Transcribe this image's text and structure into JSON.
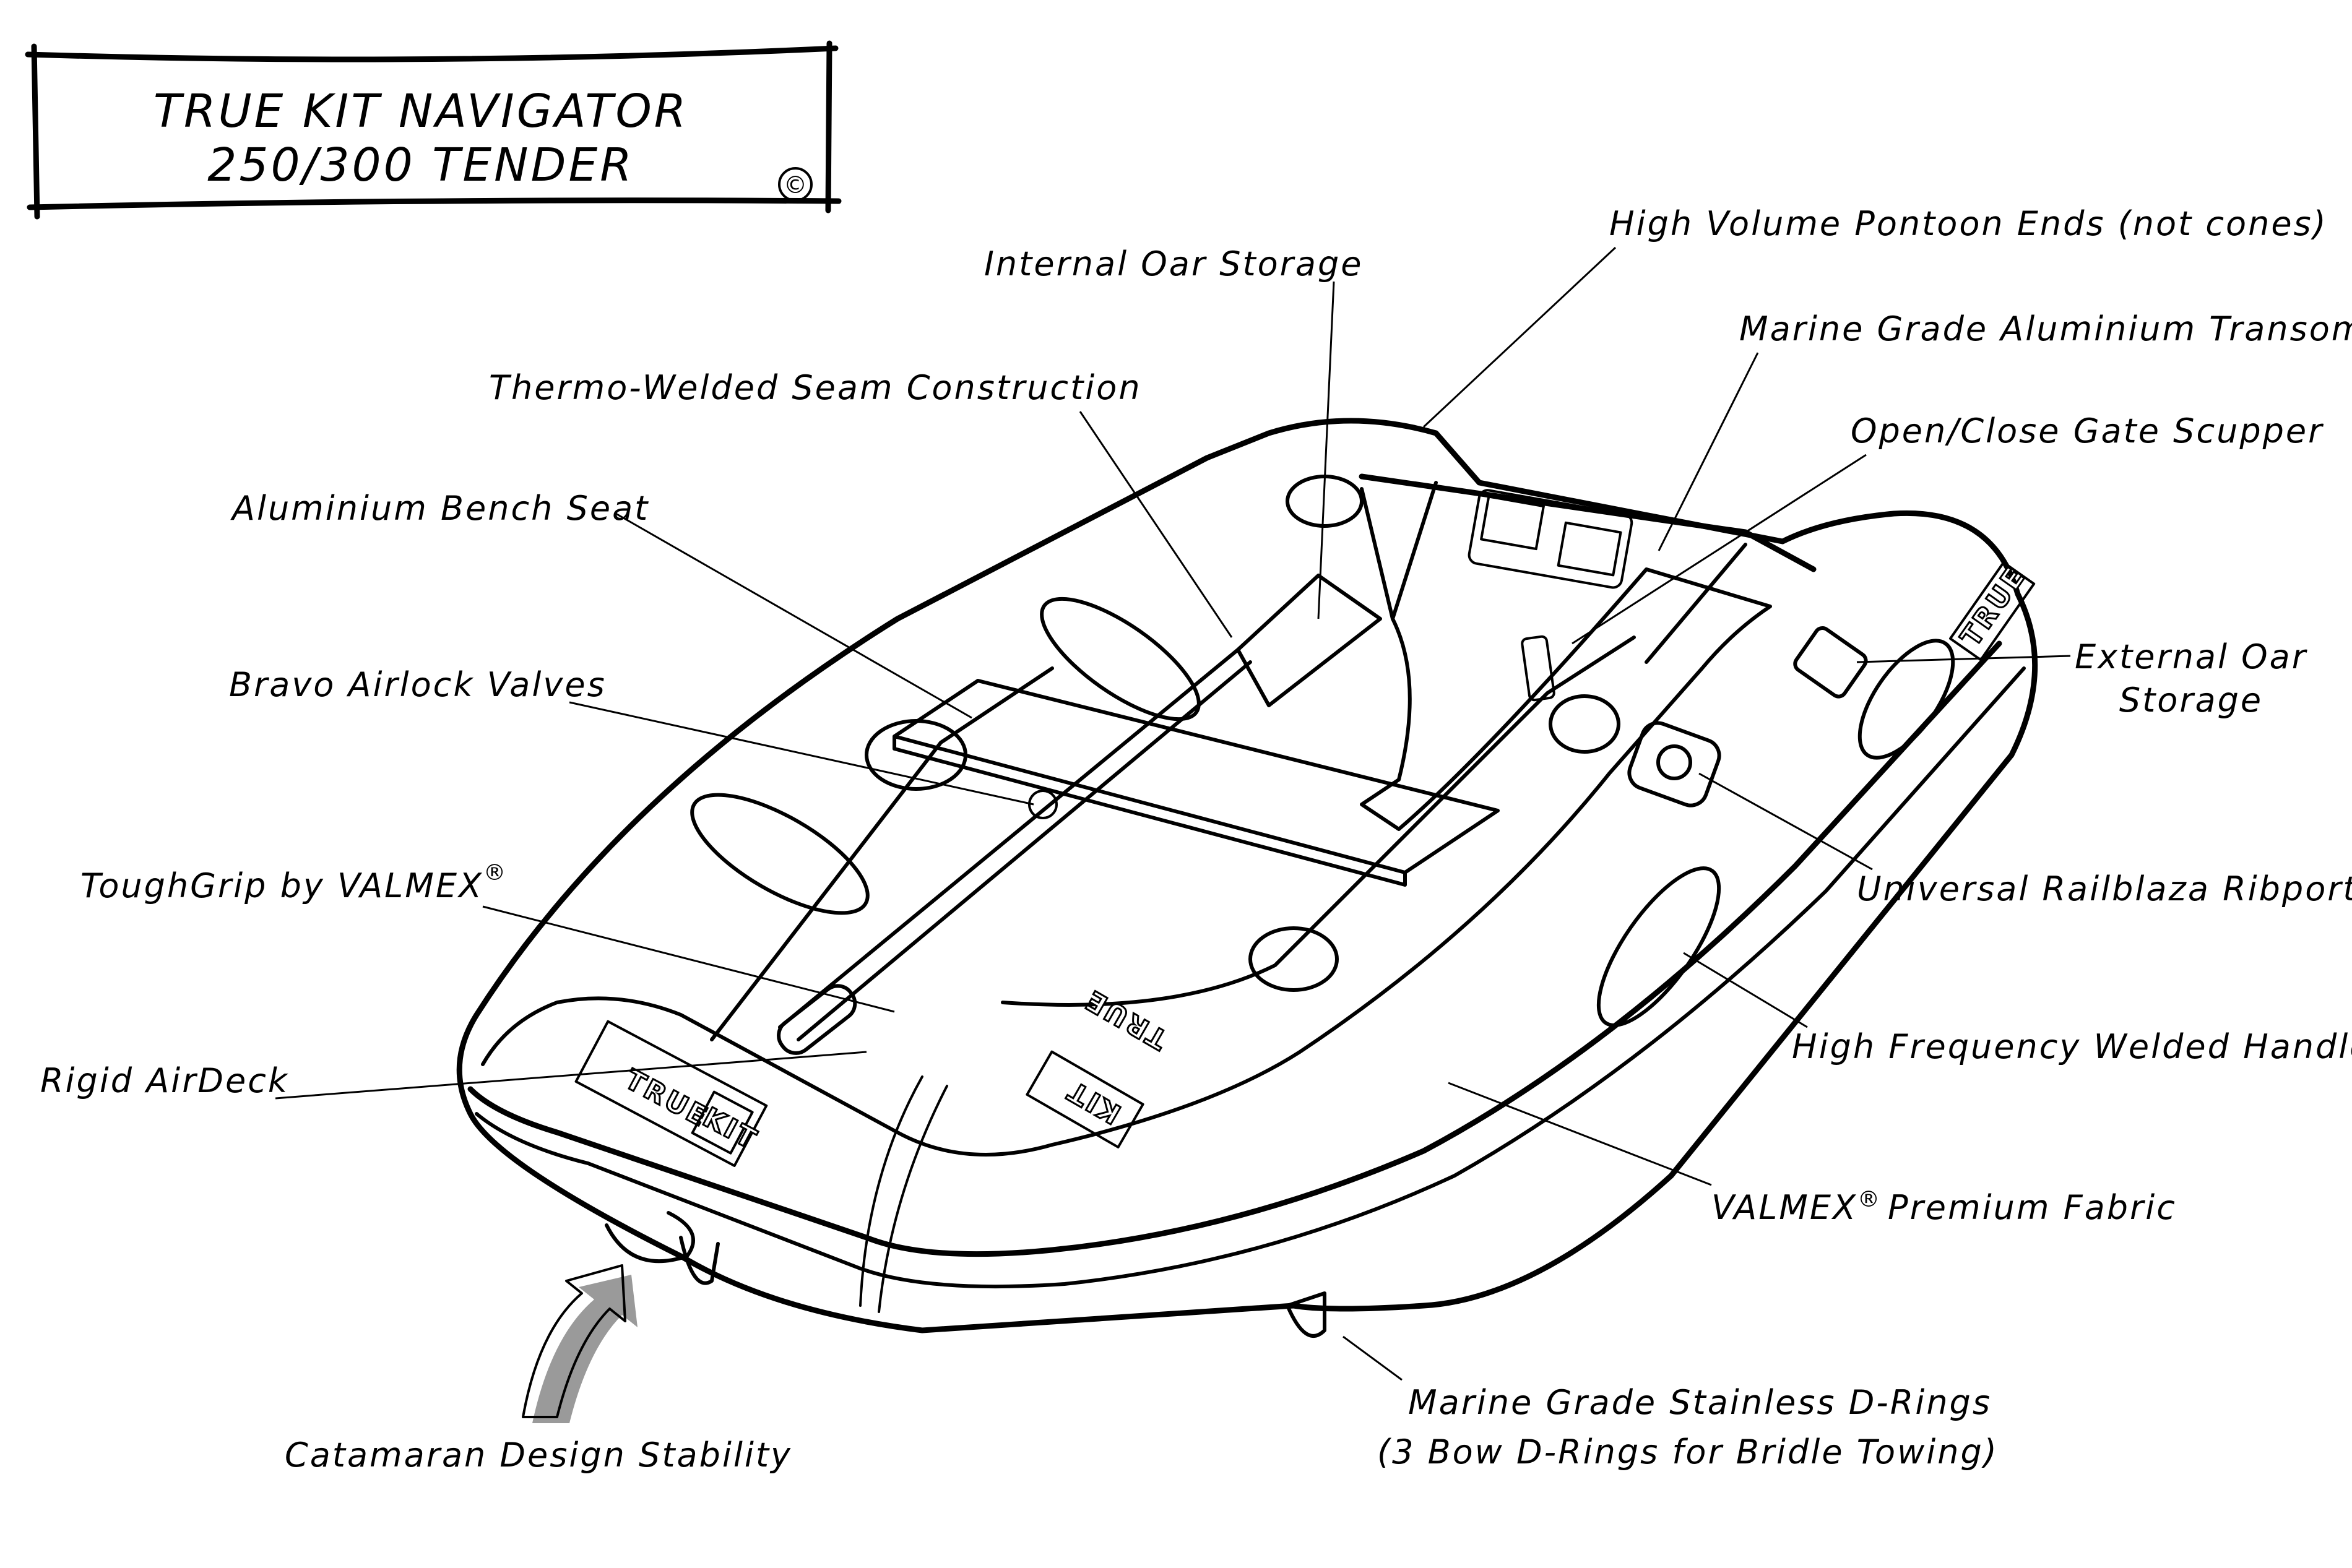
{
  "title": {
    "line1": "TRUE KIT NAVIGATOR",
    "line2": "250/300 TENDER",
    "copyright": "©"
  },
  "labels": {
    "internal_oar_storage": "Internal Oar Storage",
    "high_volume_pontoon_ends": "High Volume Pontoon Ends (not cones)",
    "marine_grade_aluminium_transom": "Marine Grade Aluminium Transom",
    "thermo_welded_seam": "Thermo-Welded Seam Construction",
    "open_close_gate_scupper": "Open/Close Gate Scupper",
    "aluminium_bench_seat": "Aluminium Bench Seat",
    "bravo_airlock_valves": "Bravo Airlock Valves",
    "external_oar_storage_line1": "External Oar",
    "external_oar_storage_line2": "Storage",
    "toughgrip": "ToughGrip by VALMEX",
    "toughgrip_mark": "®",
    "universal_railblaza_ribports": "Universal Railblaza Ribports",
    "high_frequency_welded_handles": "High Frequency Welded Handles",
    "rigid_airdeck": "Rigid AirDeck",
    "valmex_premium_fabric_brand": "VALMEX",
    "valmex_premium_fabric_mark": "®",
    "valmex_premium_fabric_rest": "Premium Fabric",
    "d_rings_line1": "Marine Grade Stainless D-Rings",
    "d_rings_line2": "(3 Bow D-Rings for Bridle Towing)",
    "catamaran_design_stability": "Catamaran Design Stability"
  },
  "decals": {
    "bow_true": "TRUE",
    "bow_kit": "KIT",
    "deck_true": "TRUE",
    "deck_kit": "KIT",
    "side_true": "TRUE"
  }
}
